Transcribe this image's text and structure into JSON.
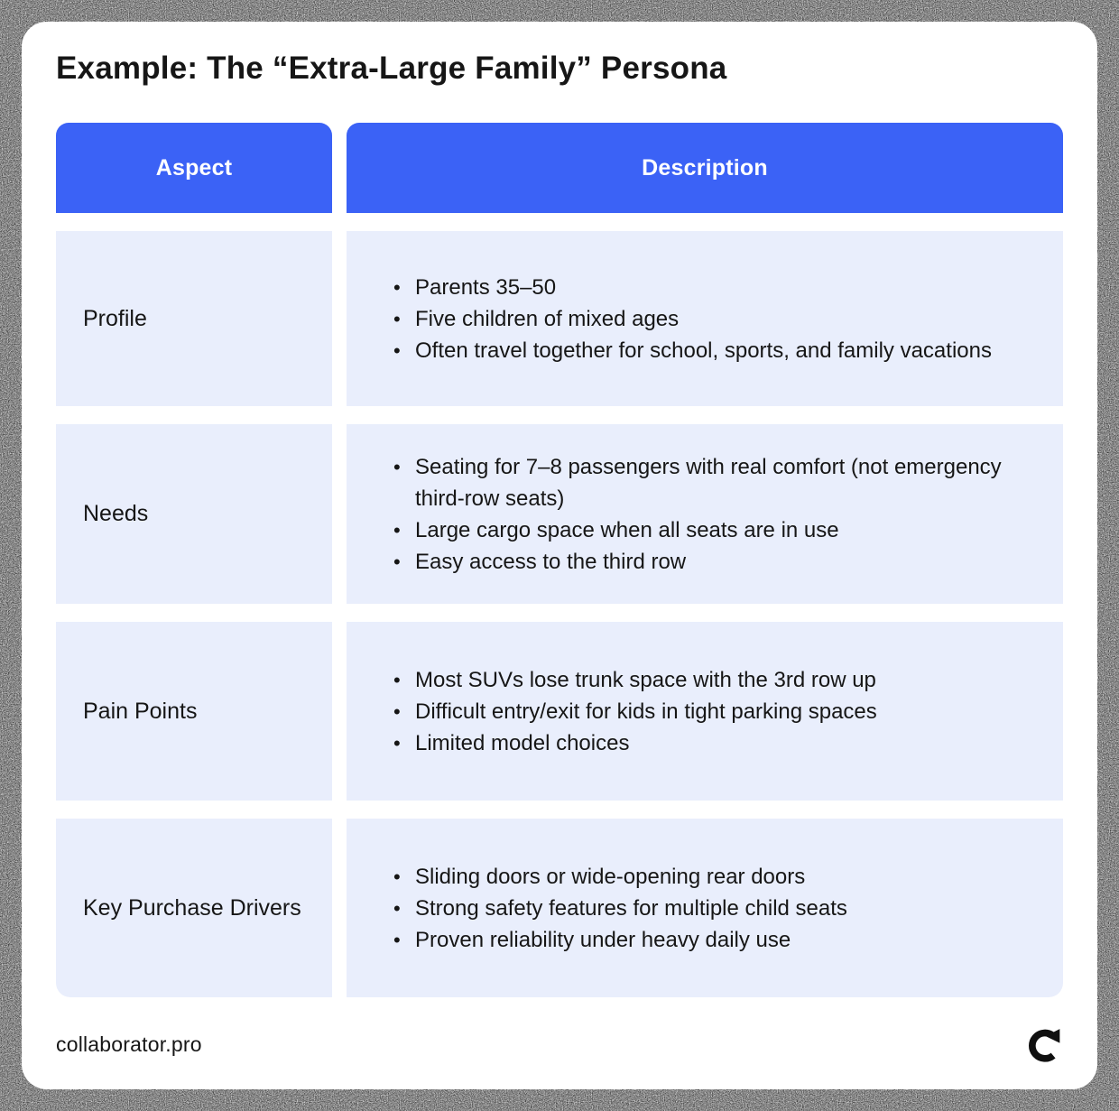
{
  "title": "Example: The “Extra-Large Family” Persona",
  "table": {
    "headers": [
      "Aspect",
      "Description"
    ],
    "rows": [
      {
        "aspect": "Profile",
        "bullets": [
          "Parents 35–50",
          "Five children of mixed ages",
          "Often travel together for school, sports, and family vacations"
        ]
      },
      {
        "aspect": "Needs",
        "bullets": [
          "Seating for 7–8 passengers with real comfort (not emergency third-row seats)",
          "Large cargo space when all seats are in use",
          "Easy access to the third row"
        ]
      },
      {
        "aspect": "Pain Points",
        "bullets": [
          "Most SUVs lose trunk space with the 3rd row up",
          "Difficult entry/exit for kids in tight parking spaces",
          "Limited model choices"
        ]
      },
      {
        "aspect": "Key Purchase Drivers",
        "bullets": [
          "Sliding doors or wide-opening rear doors",
          "Strong safety features for multiple child seats",
          "Proven reliability under heavy daily use"
        ]
      }
    ]
  },
  "footer": {
    "brand": "collaborator.pro",
    "logo_icon": "circular-arrow-logo"
  },
  "colors": {
    "header_bg": "#3B62F6",
    "row_bg": "#E9EEFC",
    "text": "#161616",
    "frame": "#0a0a0a"
  }
}
